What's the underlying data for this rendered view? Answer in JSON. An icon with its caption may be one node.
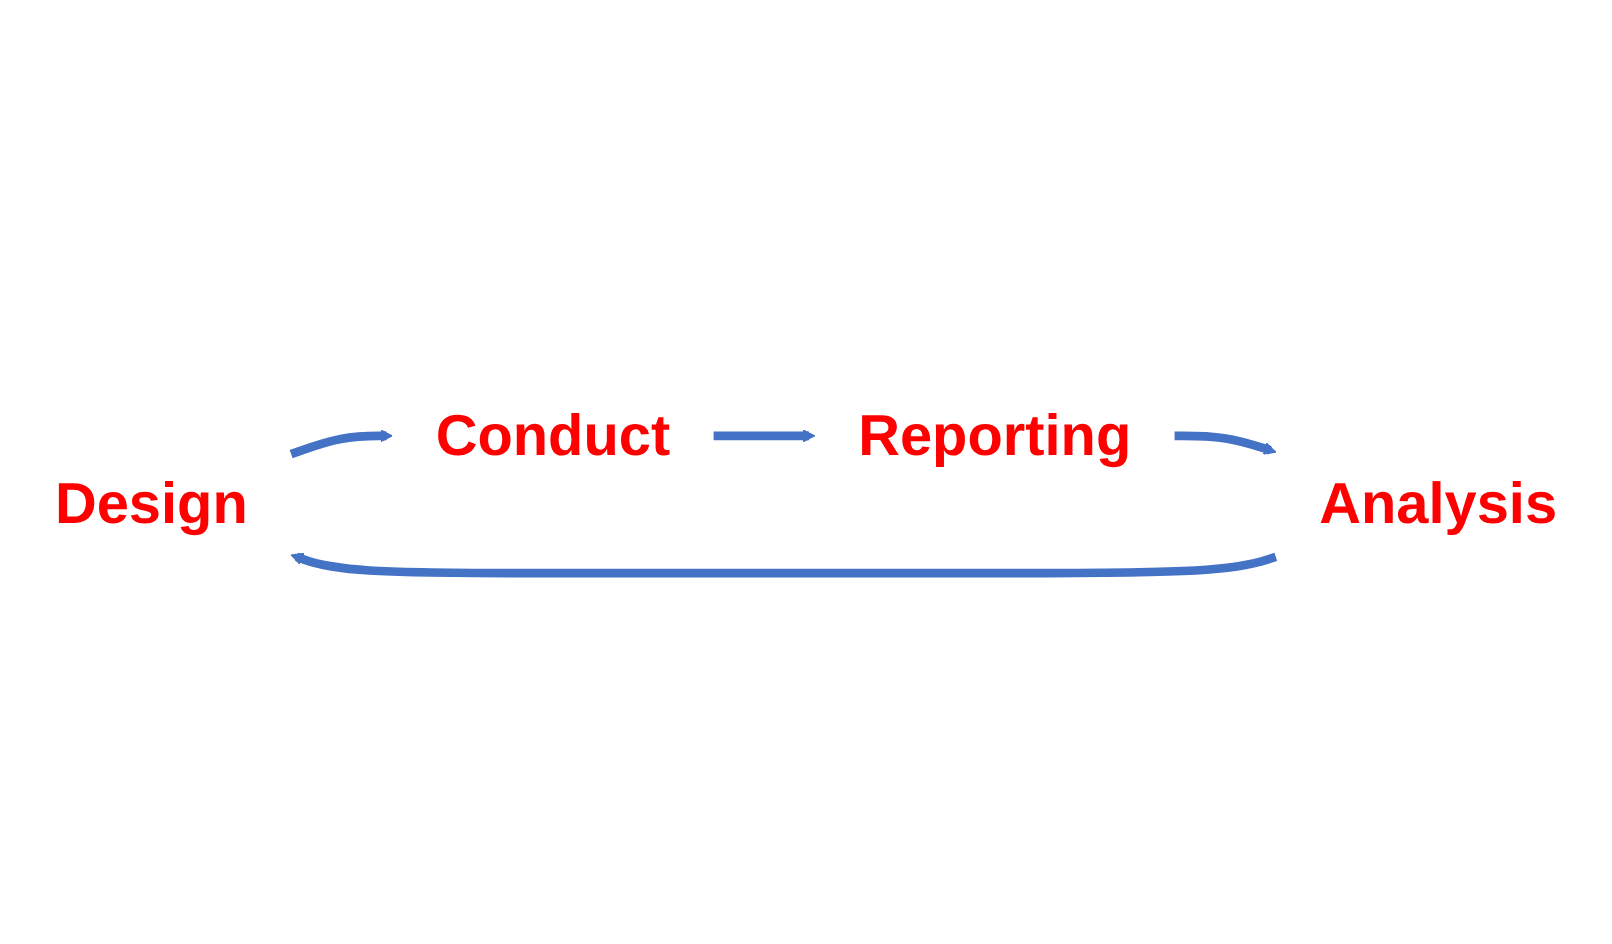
{
  "diagram": {
    "nodes": [
      {
        "text": [
          "Design"
        ]
      },
      {
        "text": [
          "Conduct"
        ]
      },
      {
        "text": [
          "Reporting"
        ]
      },
      {
        "text": [
          "Analysis"
        ]
      }
    ],
    "edges": [
      {
        "from": 0,
        "to": 1,
        "arrow": "to"
      },
      {
        "from": 1,
        "to": 2,
        "arrow": "to"
      },
      {
        "from": 2,
        "to": 3,
        "arrow": "to"
      },
      {
        "from": 3,
        "to": 0,
        "arrow": "to"
      }
    ]
  }
}
